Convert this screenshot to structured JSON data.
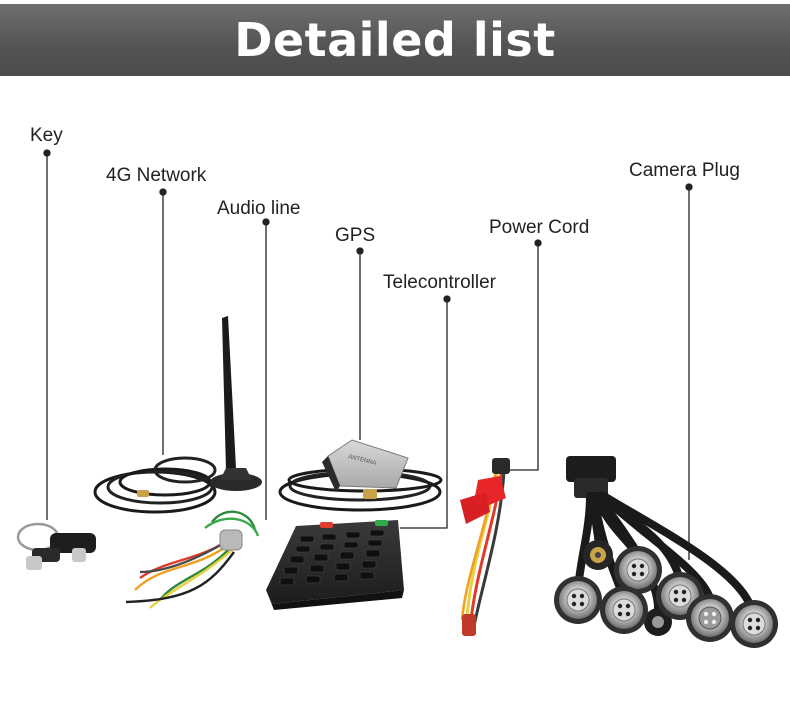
{
  "banner": {
    "title": "Detailed list"
  },
  "labels": {
    "key": "Key",
    "network_4g": "4G Network",
    "audio_line": "Audio line",
    "gps": "GPS",
    "telecontroller": "Telecontroller",
    "power_cord": "Power Cord",
    "camera_plug": "Camera Plug"
  },
  "gps_module": {
    "label_text": "ANTENNA"
  },
  "colors": {
    "banner": "#555555",
    "leader_line": "#222222",
    "power_connector": "#e8262a",
    "remote_red_button": "#e23b2f",
    "remote_green_button": "#2eaa4a"
  }
}
